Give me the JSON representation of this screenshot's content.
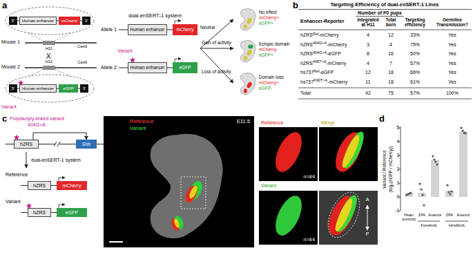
{
  "diagram": {
    "nodes": [
      {
        "text": [
          "5'"
        ]
      },
      {
        "text": [
          "Human enhancer"
        ]
      },
      {
        "text": [
          "mCherry"
        ]
      },
      {
        "text": [
          "3'"
        ]
      },
      {
        "text": [
          "5'"
        ]
      },
      {
        "text": [
          "Human enhancer"
        ]
      },
      {
        "text": [
          "eGFP"
        ]
      },
      {
        "text": [
          "3'"
        ]
      },
      {
        "text": [
          "Human enhancer"
        ]
      },
      {
        "text": [
          "mCherry"
        ]
      },
      {
        "text": [
          "Human enhancer"
        ]
      },
      {
        "text": [
          "eGFP"
        ]
      },
      {
        "text": [
          "hZRS"
        ]
      },
      {
        "text": [
          "Shh"
        ]
      },
      {
        "text": [
          "hZRS"
        ]
      },
      {
        "text": [
          "mCherry"
        ]
      },
      {
        "text": [
          "hZRS"
        ]
      },
      {
        "text": [
          "eGFP"
        ]
      }
    ],
    "edges": [
      {
        "from": 0,
        "to": 1,
        "arrow": "none"
      },
      {
        "from": 1,
        "to": 2,
        "arrow": "none"
      },
      {
        "from": 2,
        "to": 3,
        "arrow": "none"
      },
      {
        "from": 4,
        "to": 5,
        "arrow": "none"
      },
      {
        "from": 5,
        "to": 6,
        "arrow": "none"
      },
      {
        "from": 6,
        "to": 7,
        "arrow": "none"
      },
      {
        "from": 8,
        "to": 9,
        "arrow": "none"
      },
      {
        "from": 10,
        "to": 11,
        "arrow": "none"
      },
      {
        "from": 12,
        "to": 13,
        "arrow": "to"
      },
      {
        "from": 14,
        "to": 15,
        "arrow": "none"
      },
      {
        "from": 16,
        "to": 17,
        "arrow": "none"
      }
    ],
    "labels": [
      "a",
      "Mouse 1",
      "H11",
      "Cas9",
      "X",
      "Mouse 2",
      "H11",
      "Cas9",
      "Variant",
      "dual-enSERT-1 system",
      "Allele 1",
      "Variant",
      "Allele 2",
      "Neutral",
      "Gain of activity",
      "Loss of activity",
      "No effect",
      "mCherry+",
      "eGFP+",
      "Ectopic domain",
      "mCherry-",
      "eGFP+",
      "Domain loss",
      "mCherry+",
      "eGFP-",
      "b",
      "Targeting Efficiency of dual-enSERT-1 Lines",
      "Enhancer-Reporter",
      "Number of F0 pups",
      "Integrated at H11",
      "Total born",
      "Targeting efficiency",
      "Germline Transmission?",
      "hZRS",
      "Ref",
      "-mCherry",
      "4",
      "12",
      "33%",
      "Yes",
      "hZRS",
      "404G>A",
      "-mCherry",
      "3",
      "4",
      "75%",
      "Yes",
      "hZRS",
      "404G>A",
      "-eGFP",
      "8",
      "16",
      "50%",
      "Yes",
      "hZRS",
      "445T>A",
      "-mCherry",
      "4",
      "7",
      "57%",
      "Yes",
      "hs737",
      "Ref",
      "-eGFP",
      "12",
      "18",
      "66%",
      "Yes",
      "hs737",
      "K90T>A",
      "-mCherry",
      "11",
      "18",
      "61%",
      "Yes",
      "Total",
      "42",
      "75",
      "57%",
      "100%",
      "c",
      "Polydactyly-linked variant",
      "404G>A",
      "dual-enSERT-1 system",
      "Reference",
      "Variant",
      "Reference",
      "Variant",
      "E11.5",
      "Reference",
      "n=4/4",
      "Merge",
      "Variant",
      "n=4/4",
      "A",
      "P",
      "d",
      "Variant / Reference",
      "(log₂(eGFP / mCherry))",
      "5",
      "4",
      "3",
      "2",
      "1",
      "0",
      "-1",
      "Heart (control)",
      "ZPA",
      "Anterior",
      "ZPA",
      "Anterior",
      "Forelimb",
      "Hindlimb"
    ]
  }
}
